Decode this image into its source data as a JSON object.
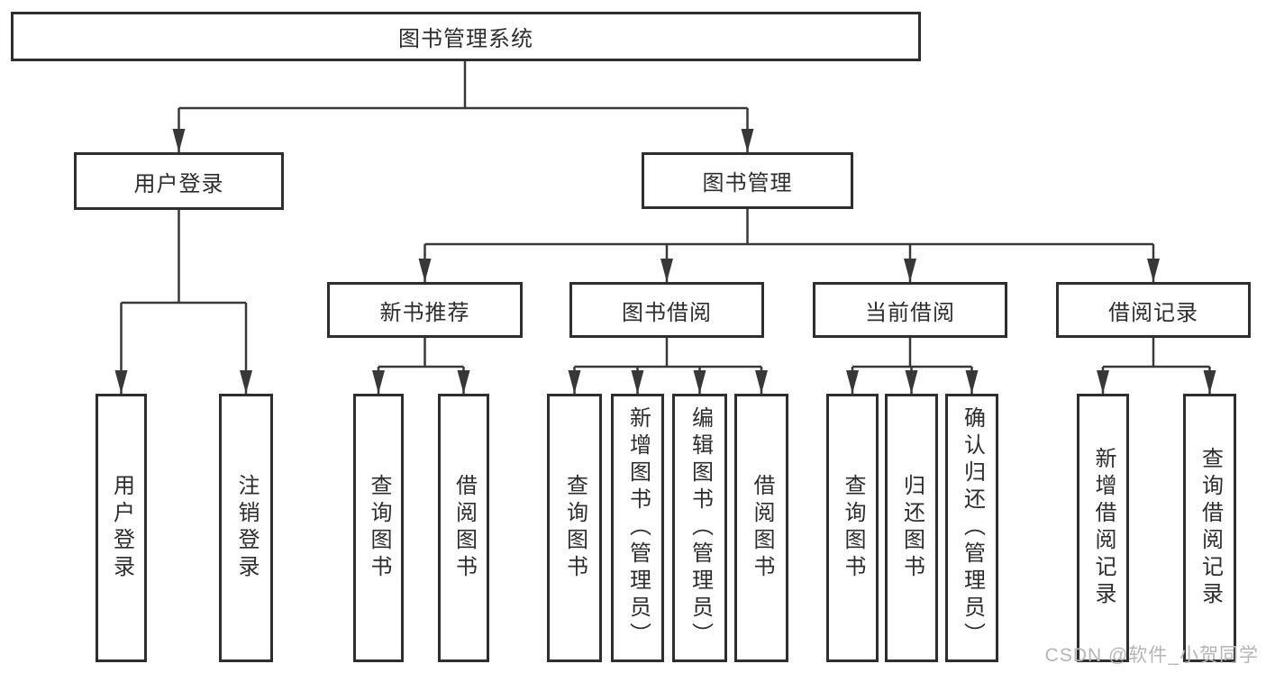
{
  "diagram": {
    "type": "hierarchy-tree",
    "root": {
      "label": "图书管理系统"
    },
    "branches": [
      {
        "label": "用户登录",
        "leaves": [
          {
            "label": "用户登录"
          },
          {
            "label": "注销登录"
          }
        ]
      },
      {
        "label": "图书管理",
        "groups": [
          {
            "label": "新书推荐",
            "leaves": [
              {
                "label": "查询图书"
              },
              {
                "label": "借阅图书"
              }
            ]
          },
          {
            "label": "图书借阅",
            "leaves": [
              {
                "label": "查询图书"
              },
              {
                "label": "新增图书（管理员）"
              },
              {
                "label": "编辑图书（管理员）"
              },
              {
                "label": "借阅图书"
              }
            ]
          },
          {
            "label": "当前借阅",
            "leaves": [
              {
                "label": "查询图书"
              },
              {
                "label": "归还图书"
              },
              {
                "label": "确认归还（管理员）"
              }
            ]
          },
          {
            "label": "借阅记录",
            "leaves": [
              {
                "label": "新增借阅记录"
              },
              {
                "label": "查询借阅记录"
              }
            ]
          }
        ]
      }
    ],
    "watermark": "CSDN @软件_小贺同学",
    "colors": {
      "line": "#383838",
      "box_border": "#2e2e2e",
      "text": "#2d2d2d",
      "watermark": "#b5b5b5",
      "background": "#ffffff"
    }
  }
}
